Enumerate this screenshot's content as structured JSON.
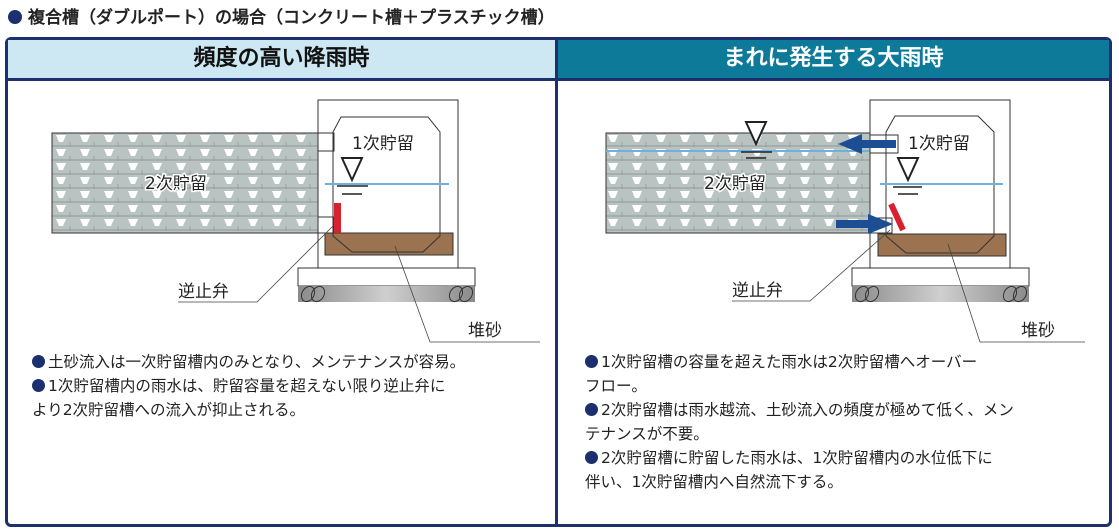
{
  "title": "複合槽（ダブルポート）の場合（コンクリート槽＋プラスチック槽）",
  "left": {
    "header": "頻度の高い降雨時",
    "labels": {
      "primary": "1次貯留",
      "secondary": "2次貯留",
      "valve": "逆止弁",
      "sand": "堆砂"
    },
    "notes": [
      [
        "土砂流入は一次貯留槽内のみとなり、メンテナンスが容易。"
      ],
      [
        "1次貯留槽内の雨水は、貯留容量を超えない限り逆止弁に",
        "より2次貯留槽への流入が抑止される。"
      ]
    ]
  },
  "right": {
    "header": "まれに発生する大雨時",
    "labels": {
      "primary": "1次貯留",
      "secondary": "2次貯留",
      "valve": "逆止弁",
      "sand": "堆砂"
    },
    "notes": [
      [
        "1次貯留槽の容量を超えた雨水は2次貯留槽へオーバー",
        "フロー。"
      ],
      [
        "2次貯留槽は雨水越流、土砂流入の頻度が極めて低く、メン",
        "テナンスが不要。"
      ],
      [
        "2次貯留槽に貯留した雨水は、1次貯留槽内の水位低下に",
        "伴い、1次貯留槽内へ自然流下する。"
      ]
    ]
  },
  "colors": {
    "navy": "#1c2f6e",
    "light_header": "#cde8f2",
    "dark_header": "#0e7a9a",
    "sand": "#9b7350",
    "valve": "#d9202e",
    "water": "#6fb0dd",
    "arrow": "#1d4e94"
  }
}
